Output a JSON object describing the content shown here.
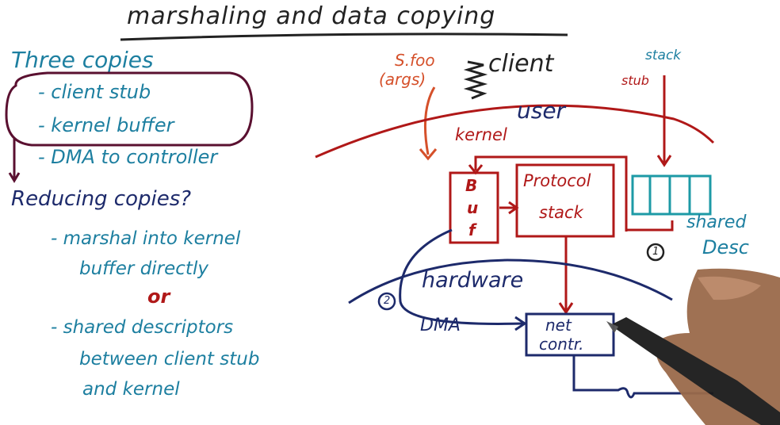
{
  "title": "marshaling and data copying",
  "left": {
    "heading": "Three copies",
    "copies": [
      "- client stub",
      "- kernel buffer",
      "- DMA to controller"
    ],
    "question": "Reducing copies?",
    "option1_line1": "- marshal into kernel",
    "option1_line2": "buffer directly",
    "or": "or",
    "option2_line1": "- shared descriptors",
    "option2_line2": "between client stub",
    "option2_line3": "and kernel"
  },
  "diagram": {
    "sfoo": "S.foo",
    "cargs": "(args)",
    "client": "client",
    "stack_top": "stack",
    "stub": "stub",
    "user": "user",
    "kernel": "kernel",
    "buf": [
      "B",
      "u",
      "f"
    ],
    "protocol": "Protocol",
    "stack": "stack",
    "shared": "shared",
    "desc": "Desc",
    "hardware": "hardware",
    "dma": "DMA",
    "netcontr_1": "net",
    "netcontr_2": "contr.",
    "marker1": "1",
    "marker2": "2"
  },
  "colors": {
    "teal": "#1d7fa0",
    "navy": "#1d2a6b",
    "red": "#b01818",
    "orange": "#d5502a",
    "ink": "#222222"
  }
}
